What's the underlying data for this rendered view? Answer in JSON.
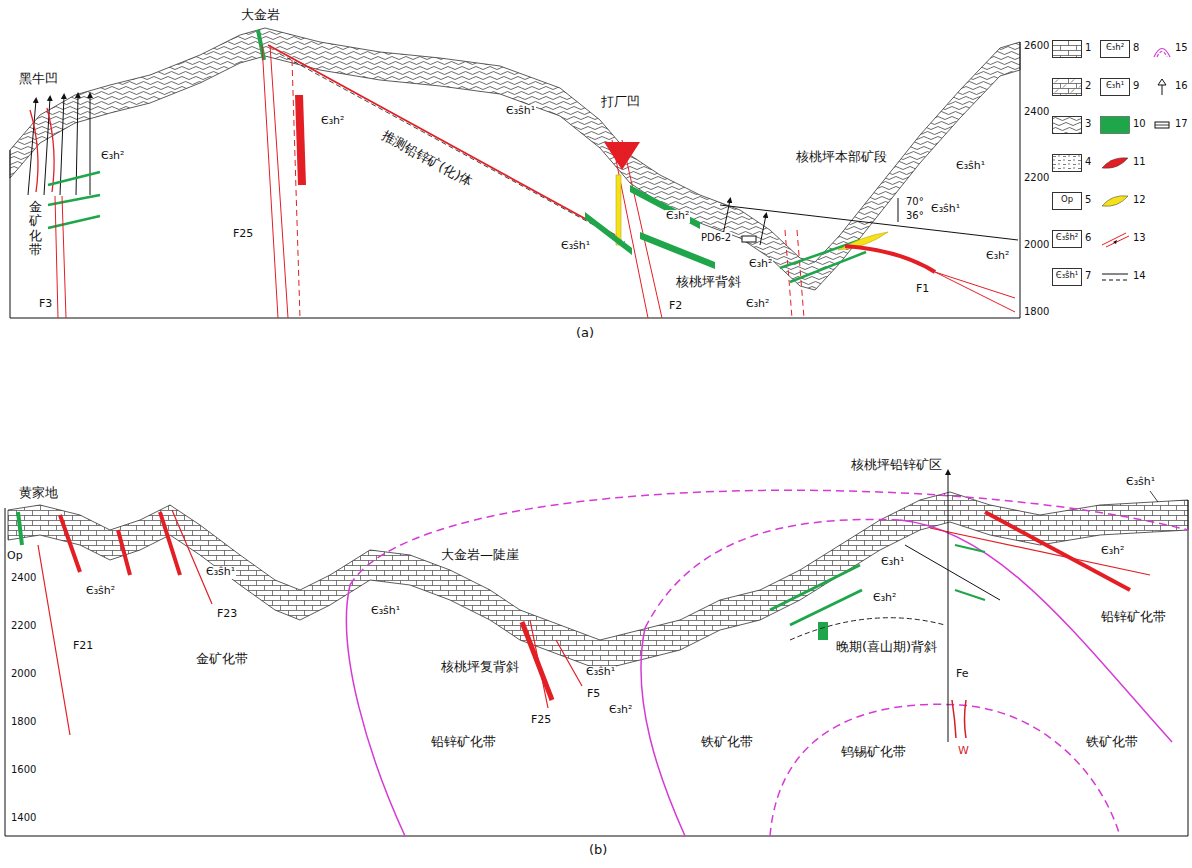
{
  "diagram": {
    "labels": [
      "黑牛凹",
      "金矿化带",
      "F3",
      "Є₃h²",
      "大金岩",
      "F25",
      "Є₃h²",
      "Є₃ŝh¹",
      "推测铅锌矿(化)体",
      "打厂凹",
      "Є₃ŝh¹",
      "Є₃h²",
      "PD6-2",
      "核桃坪背斜",
      "Є₃h²",
      "Є₃h²",
      "核桃坪本部矿段",
      "Є₃ŝh¹",
      "70°",
      "36°",
      "Є₃ŝh¹",
      "Є₃h²",
      "F2",
      "F1",
      "2600",
      "2400",
      "2200",
      "2000",
      "1800",
      "(a)",
      "Op",
      "Є₃ŝh²",
      "Є₃ŝh¹",
      "Є₃h²",
      "Є₃h¹",
      "黄家地",
      "Op",
      "Є₃ŝh²",
      "Є₃ŝh¹",
      "F23",
      "F21",
      "金矿化带",
      "Є₃ŝh¹",
      "大金岩—陡崖",
      "核桃坪复背斜",
      "Є₃ŝh¹",
      "F5",
      "F25",
      "铅锌矿化带",
      "Є₃h²",
      "铁矿化带",
      "核桃坪铅锌矿区",
      "Є₃ŝh¹",
      "Є₃h¹",
      "Є₃h²",
      "Є₃h²",
      "晚期(喜山期)背斜",
      "Fe",
      "钨锡矿化带",
      "W",
      "铁矿化带",
      "铅锌矿化带",
      "2400",
      "2200",
      "2000",
      "1800",
      "1600",
      "1400",
      "(b)"
    ],
    "legend": [
      {
        "text": "1"
      },
      {
        "text": "2"
      },
      {
        "text": "3"
      },
      {
        "text": "4"
      },
      {
        "text": "5"
      },
      {
        "text": "6"
      },
      {
        "text": "7"
      },
      {
        "text": "8"
      },
      {
        "text": "9"
      },
      {
        "text": "10",
        "color": "#1fa64a"
      },
      {
        "text": "11",
        "color": "#e31e24"
      },
      {
        "text": "12",
        "color": "#f5e11a"
      },
      {
        "text": "13"
      },
      {
        "text": "14"
      },
      {
        "text": "15"
      },
      {
        "text": "16"
      },
      {
        "text": "17"
      }
    ]
  }
}
